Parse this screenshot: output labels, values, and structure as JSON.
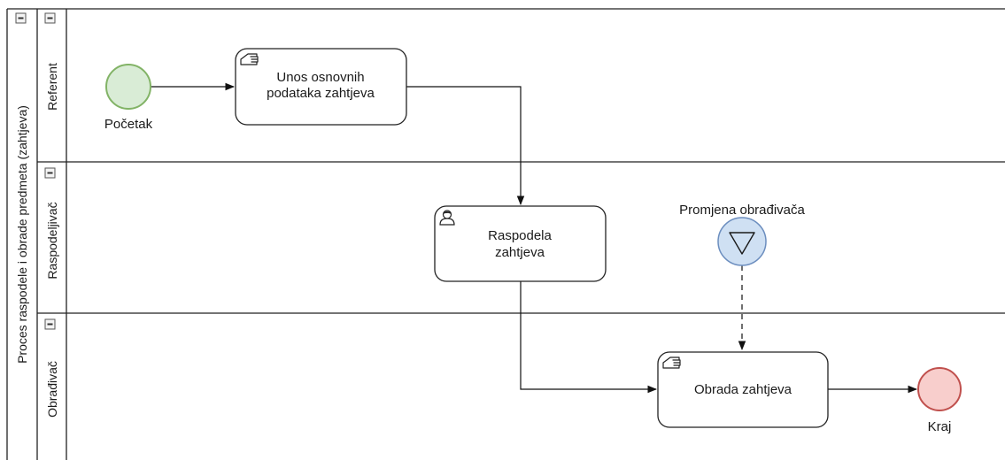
{
  "pool": {
    "label": "Proces raspodele i obrade predmeta (zahtjeva)"
  },
  "lanes": [
    {
      "label": "Referent"
    },
    {
      "label": "Raspodeljivač"
    },
    {
      "label": "Obrađivač"
    }
  ],
  "events": {
    "start": {
      "label": "Početak",
      "color": "#d9ecd6",
      "stroke": "#82b366"
    },
    "intermediate": {
      "label": "Promjena obrađivača",
      "color": "#cfe0f3",
      "stroke": "#6c8ebf",
      "icon": "signal-triangle-icon"
    },
    "end": {
      "label": "Kraj",
      "color": "#f8cecc",
      "stroke": "#c0504d"
    }
  },
  "tasks": {
    "unos": {
      "line1": "Unos osnovnih",
      "line2": "podataka zahtjeva",
      "icon": "manual-task-icon"
    },
    "raspodela": {
      "line1": "Raspodela",
      "line2": "zahtjeva",
      "icon": "user-task-icon"
    },
    "obrada": {
      "line1": "Obrada zahtjeva",
      "icon": "manual-task-icon"
    }
  }
}
